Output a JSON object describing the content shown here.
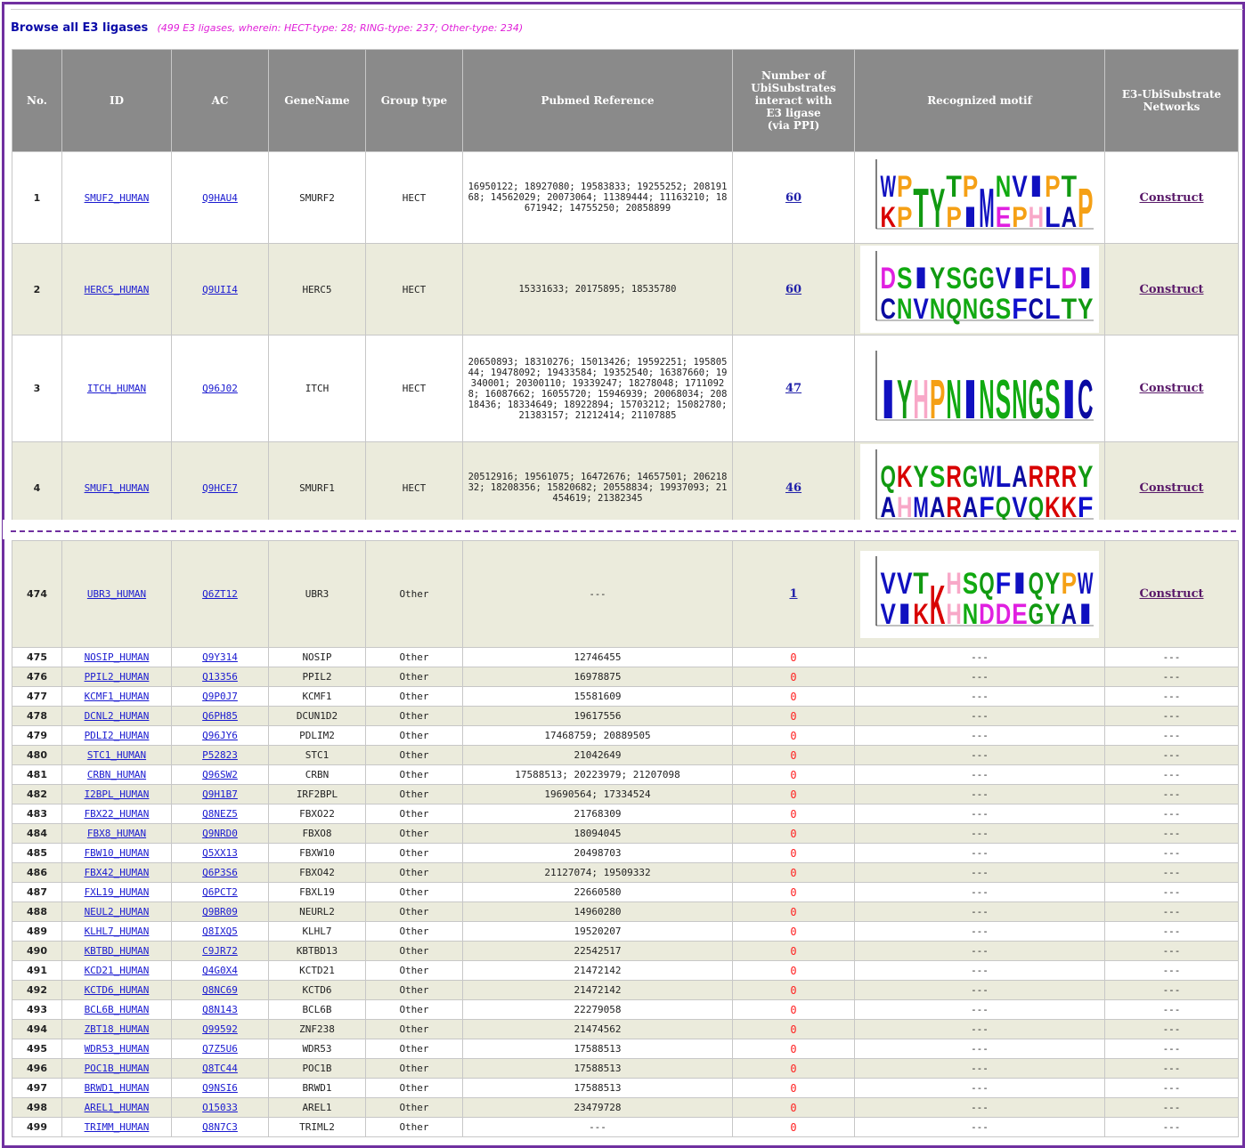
{
  "header": {
    "title": "Browse all E3 ligases",
    "summary": "(499 E3 ligases, wherein: HECT-type: 28; RING-type: 237; Other-type: 234)"
  },
  "columns": [
    "No.",
    "ID",
    "AC",
    "GeneName",
    "Group type",
    "Pubmed Reference",
    "Number of UbiSubstrates interact with E3 ligase (via PPI)",
    "Recognized motif",
    "E3-UbiSubstrate Networks"
  ],
  "columns_lines": {
    "col6": [
      "Number of",
      "UbiSubstrates",
      "interact with",
      "E3 ligase",
      "(via PPI)"
    ],
    "col8": [
      "E3-UbiSubstrate",
      "Networks"
    ]
  },
  "top_rows": [
    {
      "no": "1",
      "id": "SMUF2_HUMAN",
      "ac": "Q9HAU4",
      "gene": "SMURF2",
      "group": "HECT",
      "pubmed": "16950122; 18927080; 19583833; 19255252; 20819168; 14562029; 20073064; 11389444; 11163210; 18671942; 14755250; 20858899",
      "count": "60",
      "network": "Construct",
      "motif": {
        "top": [
          "W",
          "P",
          "T",
          "Y",
          "T",
          "P",
          "M",
          "N",
          "V",
          "I",
          "P",
          "T",
          "P"
        ],
        "bottom": [
          "K",
          "P",
          "",
          "",
          "P",
          "I",
          "",
          "E",
          "P",
          "H",
          "L",
          "A",
          ""
        ]
      }
    },
    {
      "no": "2",
      "id": "HERC5_HUMAN",
      "ac": "Q9UII4",
      "gene": "HERC5",
      "group": "HECT",
      "pubmed": "15331633; 20175895; 18535780",
      "count": "60",
      "network": "Construct",
      "motif": {
        "top": [
          "D",
          "S",
          "I",
          "Y",
          "S",
          "G",
          "G",
          "V",
          "I",
          "F",
          "L",
          "D",
          "I"
        ],
        "bottom": [
          "C",
          "N",
          "V",
          "N",
          "Q",
          "N",
          "G",
          "S",
          "F",
          "C",
          "L",
          "T",
          "Y"
        ]
      }
    },
    {
      "no": "3",
      "id": "ITCH_HUMAN",
      "ac": "Q96J02",
      "gene": "ITCH",
      "group": "HECT",
      "pubmed": "20650893; 18310276; 15013426; 19592251; 19580544; 19478092; 19433584; 19352540; 16387660; 19340001; 20300110; 19339247; 18278048; 17110928; 16087662; 16055720; 15946939; 20068034; 20818436; 18334649; 18922894; 15703212; 15082780; 21383157; 21212414; 21107885",
      "count": "47",
      "network": "Construct",
      "motif": {
        "top": [
          "I",
          "Y",
          "H",
          "P",
          "N",
          "I",
          "N",
          "S",
          "N",
          "G",
          "S",
          "I",
          "C"
        ],
        "bottom": [
          "",
          "",
          "",
          "",
          "",
          "",
          "",
          "",
          "",
          "",
          "",
          "",
          ""
        ]
      }
    },
    {
      "no": "4",
      "id": "SMUF1_HUMAN",
      "ac": "Q9HCE7",
      "gene": "SMURF1",
      "group": "HECT",
      "pubmed": "20512916; 19561075; 16472676; 14657501; 20621832; 18208356; 15820682; 20558834; 19937093; 21454619; 21382345",
      "count": "46",
      "network": "Construct",
      "motif": {
        "top": [
          "Q",
          "K",
          "Y",
          "S",
          "R",
          "G",
          "W",
          "L",
          "A",
          "R",
          "R",
          "R",
          "Y"
        ],
        "bottom": [
          "A",
          "H",
          "M",
          "A",
          "R",
          "A",
          "F",
          "Q",
          "V",
          "Q",
          "K",
          "K",
          "F"
        ]
      }
    }
  ],
  "mid_row": {
    "no": "474",
    "id": "UBR3_HUMAN",
    "ac": "Q6ZT12",
    "gene": "UBR3",
    "group": "Other",
    "pubmed": "---",
    "count": "1",
    "network": "Construct",
    "motif": {
      "top": [
        "V",
        "V",
        "T",
        "K",
        "H",
        "S",
        "Q",
        "F",
        "I",
        "Q",
        "Y",
        "P",
        "W"
      ],
      "bottom": [
        "V",
        "I",
        "K",
        "",
        "H",
        "N",
        "D",
        "D",
        "E",
        "G",
        "Y",
        "A",
        "I"
      ]
    }
  },
  "rows": [
    {
      "no": "475",
      "id": "NOSIP_HUMAN",
      "ac": "Q9Y314",
      "gene": "NOSIP",
      "group": "Other",
      "pubmed": "12746455",
      "count": "0",
      "motif": "---",
      "network": "---"
    },
    {
      "no": "476",
      "id": "PPIL2_HUMAN",
      "ac": "Q13356",
      "gene": "PPIL2",
      "group": "Other",
      "pubmed": "16978875",
      "count": "0",
      "motif": "---",
      "network": "---"
    },
    {
      "no": "477",
      "id": "KCMF1_HUMAN",
      "ac": "Q9P0J7",
      "gene": "KCMF1",
      "group": "Other",
      "pubmed": "15581609",
      "count": "0",
      "motif": "---",
      "network": "---"
    },
    {
      "no": "478",
      "id": "DCNL2_HUMAN",
      "ac": "Q6PH85",
      "gene": "DCUN1D2",
      "group": "Other",
      "pubmed": "19617556",
      "count": "0",
      "motif": "---",
      "network": "---"
    },
    {
      "no": "479",
      "id": "PDLI2_HUMAN",
      "ac": "Q96JY6",
      "gene": "PDLIM2",
      "group": "Other",
      "pubmed": "17468759; 20889505",
      "count": "0",
      "motif": "---",
      "network": "---"
    },
    {
      "no": "480",
      "id": "STC1_HUMAN",
      "ac": "P52823",
      "gene": "STC1",
      "group": "Other",
      "pubmed": "21042649",
      "count": "0",
      "motif": "---",
      "network": "---"
    },
    {
      "no": "481",
      "id": "CRBN_HUMAN",
      "ac": "Q96SW2",
      "gene": "CRBN",
      "group": "Other",
      "pubmed": "17588513; 20223979; 21207098",
      "count": "0",
      "motif": "---",
      "network": "---"
    },
    {
      "no": "482",
      "id": "I2BPL_HUMAN",
      "ac": "Q9H1B7",
      "gene": "IRF2BPL",
      "group": "Other",
      "pubmed": "19690564; 17334524",
      "count": "0",
      "motif": "---",
      "network": "---"
    },
    {
      "no": "483",
      "id": "FBX22_HUMAN",
      "ac": "Q8NEZ5",
      "gene": "FBXO22",
      "group": "Other",
      "pubmed": "21768309",
      "count": "0",
      "motif": "---",
      "network": "---"
    },
    {
      "no": "484",
      "id": "FBX8_HUMAN",
      "ac": "Q9NRD0",
      "gene": "FBXO8",
      "group": "Other",
      "pubmed": "18094045",
      "count": "0",
      "motif": "---",
      "network": "---"
    },
    {
      "no": "485",
      "id": "FBW10_HUMAN",
      "ac": "Q5XX13",
      "gene": "FBXW10",
      "group": "Other",
      "pubmed": "20498703",
      "count": "0",
      "motif": "---",
      "network": "---"
    },
    {
      "no": "486",
      "id": "FBX42_HUMAN",
      "ac": "Q6P3S6",
      "gene": "FBXO42",
      "group": "Other",
      "pubmed": "21127074; 19509332",
      "count": "0",
      "motif": "---",
      "network": "---"
    },
    {
      "no": "487",
      "id": "FXL19_HUMAN",
      "ac": "Q6PCT2",
      "gene": "FBXL19",
      "group": "Other",
      "pubmed": "22660580",
      "count": "0",
      "motif": "---",
      "network": "---"
    },
    {
      "no": "488",
      "id": "NEUL2_HUMAN",
      "ac": "Q9BR09",
      "gene": "NEURL2",
      "group": "Other",
      "pubmed": "14960280",
      "count": "0",
      "motif": "---",
      "network": "---"
    },
    {
      "no": "489",
      "id": "KLHL7_HUMAN",
      "ac": "Q8IXQ5",
      "gene": "KLHL7",
      "group": "Other",
      "pubmed": "19520207",
      "count": "0",
      "motif": "---",
      "network": "---"
    },
    {
      "no": "490",
      "id": "KBTBD_HUMAN",
      "ac": "C9JR72",
      "gene": "KBTBD13",
      "group": "Other",
      "pubmed": "22542517",
      "count": "0",
      "motif": "---",
      "network": "---"
    },
    {
      "no": "491",
      "id": "KCD21_HUMAN",
      "ac": "Q4G0X4",
      "gene": "KCTD21",
      "group": "Other",
      "pubmed": "21472142",
      "count": "0",
      "motif": "---",
      "network": "---"
    },
    {
      "no": "492",
      "id": "KCTD6_HUMAN",
      "ac": "Q8NC69",
      "gene": "KCTD6",
      "group": "Other",
      "pubmed": "21472142",
      "count": "0",
      "motif": "---",
      "network": "---"
    },
    {
      "no": "493",
      "id": "BCL6B_HUMAN",
      "ac": "Q8N143",
      "gene": "BCL6B",
      "group": "Other",
      "pubmed": "22279058",
      "count": "0",
      "motif": "---",
      "network": "---"
    },
    {
      "no": "494",
      "id": "ZBT18_HUMAN",
      "ac": "Q99592",
      "gene": "ZNF238",
      "group": "Other",
      "pubmed": "21474562",
      "count": "0",
      "motif": "---",
      "network": "---"
    },
    {
      "no": "495",
      "id": "WDR53_HUMAN",
      "ac": "Q7Z5U6",
      "gene": "WDR53",
      "group": "Other",
      "pubmed": "17588513",
      "count": "0",
      "motif": "---",
      "network": "---"
    },
    {
      "no": "496",
      "id": "POC1B_HUMAN",
      "ac": "Q8TC44",
      "gene": "POC1B",
      "group": "Other",
      "pubmed": "17588513",
      "count": "0",
      "motif": "---",
      "network": "---"
    },
    {
      "no": "497",
      "id": "BRWD1_HUMAN",
      "ac": "Q9NSI6",
      "gene": "BRWD1",
      "group": "Other",
      "pubmed": "17588513",
      "count": "0",
      "motif": "---",
      "network": "---"
    },
    {
      "no": "498",
      "id": "AREL1_HUMAN",
      "ac": "O15033",
      "gene": "AREL1",
      "group": "Other",
      "pubmed": "23479728",
      "count": "0",
      "motif": "---",
      "network": "---"
    },
    {
      "no": "499",
      "id": "TRIMM_HUMAN",
      "ac": "Q8N7C3",
      "gene": "TRIML2",
      "group": "Other",
      "pubmed": "---",
      "count": "0",
      "motif": "---",
      "network": "---"
    }
  ],
  "colors": {
    "frame": "#7030a0",
    "header_bg": "#8a8a8a",
    "row_alt": "#ebebdc",
    "link": "#1a1ad0",
    "zero": "#ff2020",
    "title": "#0a0aa8",
    "summary": "#e020d8",
    "aa_palette": {
      "A": "#0a0aa0",
      "C": "#0a0aa0",
      "D": "#e020e0",
      "E": "#e020e0",
      "F": "#1010d0",
      "G": "#119911",
      "H": "#f8a8c8",
      "I": "#1010c0",
      "K": "#d80000",
      "L": "#1010c0",
      "M": "#1010c0",
      "N": "#11aa11",
      "P": "#f5a015",
      "Q": "#119911",
      "R": "#d80000",
      "S": "#11aa11",
      "T": "#119911",
      "V": "#1010c0",
      "W": "#1010c0",
      "Y": "#119911"
    }
  }
}
